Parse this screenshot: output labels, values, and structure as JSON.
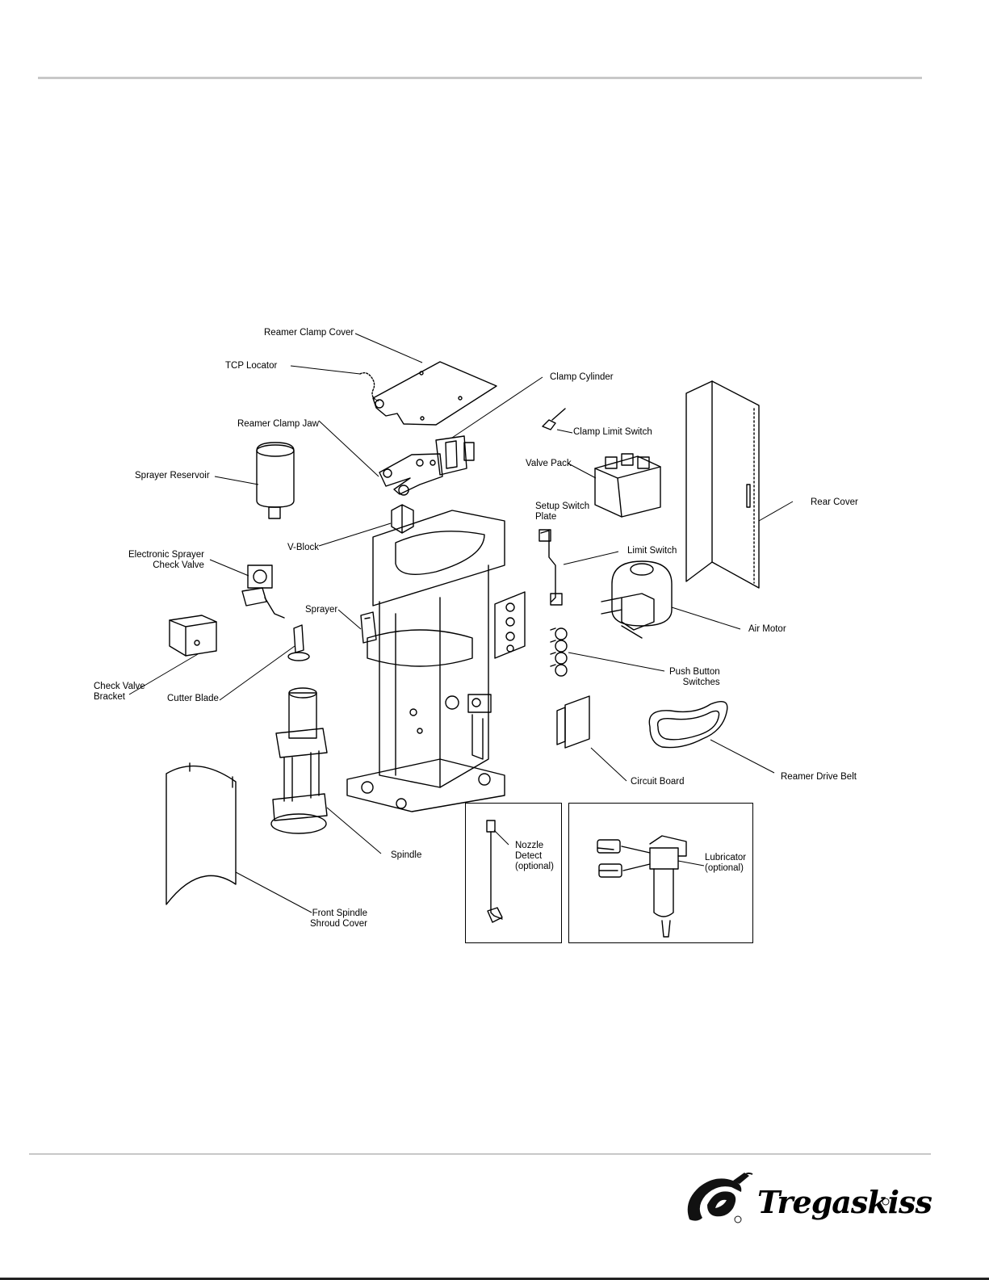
{
  "diagram": {
    "labels": {
      "reamer_clamp_cover": "Reamer Clamp Cover",
      "tcp_locator": "TCP Locator",
      "clamp_cylinder": "Clamp Cylinder",
      "reamer_clamp_jaw": "Reamer Clamp Jaw",
      "clamp_limit_switch": "Clamp Limit Switch",
      "sprayer_reservoir": "Sprayer Reservoir",
      "valve_pack": "Valve Pack",
      "setup_switch_plate_1": "Setup Switch",
      "setup_switch_plate_2": "Plate",
      "rear_cover": "Rear Cover",
      "v_block": "V-Block",
      "limit_switch": "Limit Switch",
      "electronic_sprayer_1": "Electronic Sprayer",
      "electronic_sprayer_2": "Check Valve",
      "sprayer": "Sprayer",
      "air_motor": "Air Motor",
      "push_button_1": "Push Button",
      "push_button_2": "Switches",
      "check_valve_bracket_1": "Check Valve",
      "check_valve_bracket_2": "Bracket",
      "cutter_blade": "Cutter Blade",
      "circuit_board": "Circuit Board",
      "reamer_drive_belt": "Reamer Drive Belt",
      "spindle": "Spindle",
      "nozzle_detect_1": "Nozzle",
      "nozzle_detect_2": "Detect",
      "nozzle_detect_3": "(optional)",
      "lubricator_1": "Lubricator",
      "lubricator_2": "(optional)",
      "front_spindle_1": "Front Spindle",
      "front_spindle_2": "Shroud Cover"
    }
  },
  "footer": {
    "brand": "Tregaskiss",
    "registered_mark": "®"
  }
}
